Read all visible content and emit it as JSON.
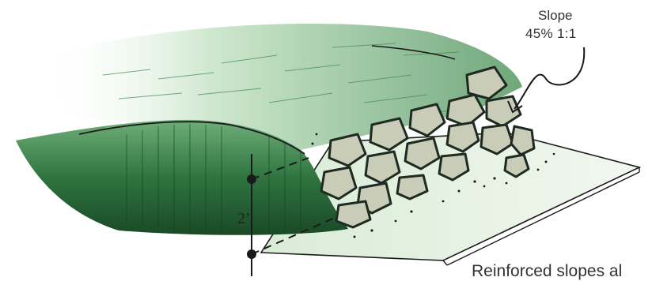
{
  "annotations": {
    "slope_title": "Slope",
    "slope_ratio": "45%  1:1",
    "height": "2’"
  },
  "caption": "Reinforced slopes al",
  "colors": {
    "grass_dark": "#1f5a2e",
    "grass_mid": "#3f8a4e",
    "grass_light": "#9ccb9f",
    "stone_fill": "#c9cdb8",
    "stone_outline": "#1e2a22",
    "ink": "#1a1a1a"
  }
}
